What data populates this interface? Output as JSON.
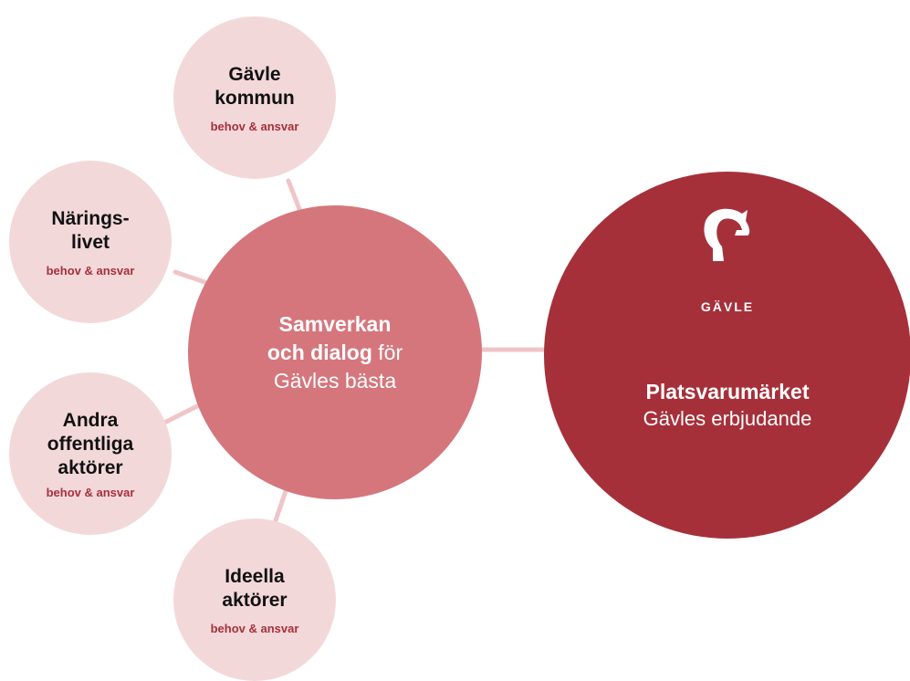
{
  "nodes": {
    "gavle_kommun": {
      "title": "Gävle\nkommun",
      "sub": "behov & ansvar"
    },
    "naringslivet": {
      "title": "Närings-\nlivet",
      "sub": "behov & ansvar"
    },
    "andra": {
      "title": "Andra\noffentliga\naktörer",
      "sub": "behov & ansvar"
    },
    "ideella": {
      "title": "Ideella\naktörer",
      "sub": "behov & ansvar"
    }
  },
  "center": {
    "line1": "Samverkan",
    "line2_bold": "och dialog",
    "line2_rest": " för",
    "line3": "Gävles bästa"
  },
  "brand": {
    "logo_text": "GÄVLE",
    "title": "Platsvarumärket",
    "subtitle": "Gävles erbjudande"
  },
  "colors": {
    "small_fill": "#f3d8da",
    "center_fill": "#d5767d",
    "brand_fill": "#a6303a",
    "arrow": "#f0c5c8",
    "sub_text": "#a6303a"
  },
  "icons": [
    "goat-g-logo-icon"
  ]
}
